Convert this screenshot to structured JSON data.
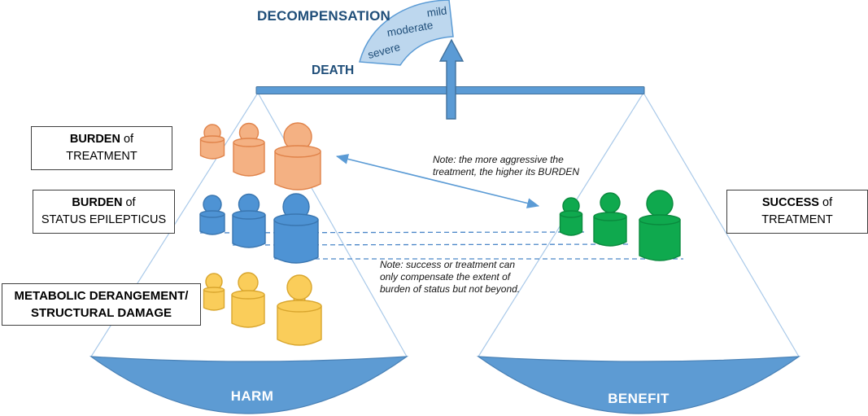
{
  "figure": {
    "description": "Balance scale diagram weighing harm versus benefit of status epilepticus treatment"
  },
  "scale": {
    "decompensation_label": "DECOMPENSATION",
    "death_label": "DEATH",
    "severity_mild": "mild",
    "severity_moderate": "moderate",
    "severity_severe": "severe",
    "harm_label": "HARM",
    "benefit_label": "BENEFIT"
  },
  "boxes": {
    "burden_treatment": {
      "line1_bold": "BURDEN",
      "line1_rest": " of",
      "line2": "TREATMENT"
    },
    "burden_status": {
      "line1_bold": "BURDEN",
      "line1_rest": " of",
      "line2": "STATUS EPILEPTICUS"
    },
    "metabolic": {
      "line1": "METABOLIC DERANGEMENT/",
      "line2": "STRUCTURAL DAMAGE"
    },
    "success": {
      "line1_bold": "SUCCESS",
      "line1_rest": " of",
      "line2": "TREATMENT"
    }
  },
  "notes": {
    "note1_line1": "Note: the more aggressive the",
    "note1_line2": "treatment, the higher its BURDEN",
    "note2_line1": "Note: success or treatment can",
    "note2_line2": "only compensate the extent of",
    "note2_line3": "burden of status but not beyond."
  },
  "weights": {
    "harm_side": [
      {
        "group": "burden-of-treatment",
        "color": "orange",
        "sizes": [
          "small",
          "medium",
          "large"
        ]
      },
      {
        "group": "burden-of-status-epilepticus",
        "color": "blue",
        "sizes": [
          "small",
          "medium",
          "large"
        ]
      },
      {
        "group": "metabolic-derangement-structural-damage",
        "color": "yellow",
        "sizes": [
          "small",
          "medium",
          "large"
        ]
      }
    ],
    "benefit_side": [
      {
        "group": "success-of-treatment",
        "color": "green",
        "sizes": [
          "small",
          "medium",
          "large"
        ]
      }
    ]
  },
  "colors": {
    "accent_blue": "#5B9BD5",
    "accent_blue_dark": "#41719C",
    "fan_fill": "#BDD7EE",
    "pan_fill": "#5D9BD3",
    "pan_stroke": "#4981B6",
    "navy_text": "#1F4E79",
    "weight_orange": {
      "fill": "#F4B183",
      "stroke": "#E0834A"
    },
    "weight_blue": {
      "fill": "#4E93D4",
      "stroke": "#3A76B0"
    },
    "weight_yellow": {
      "fill": "#FACD5A",
      "stroke": "#D9A62E"
    },
    "weight_green": {
      "fill": "#0FA94E",
      "stroke": "#0A8A3E"
    }
  }
}
